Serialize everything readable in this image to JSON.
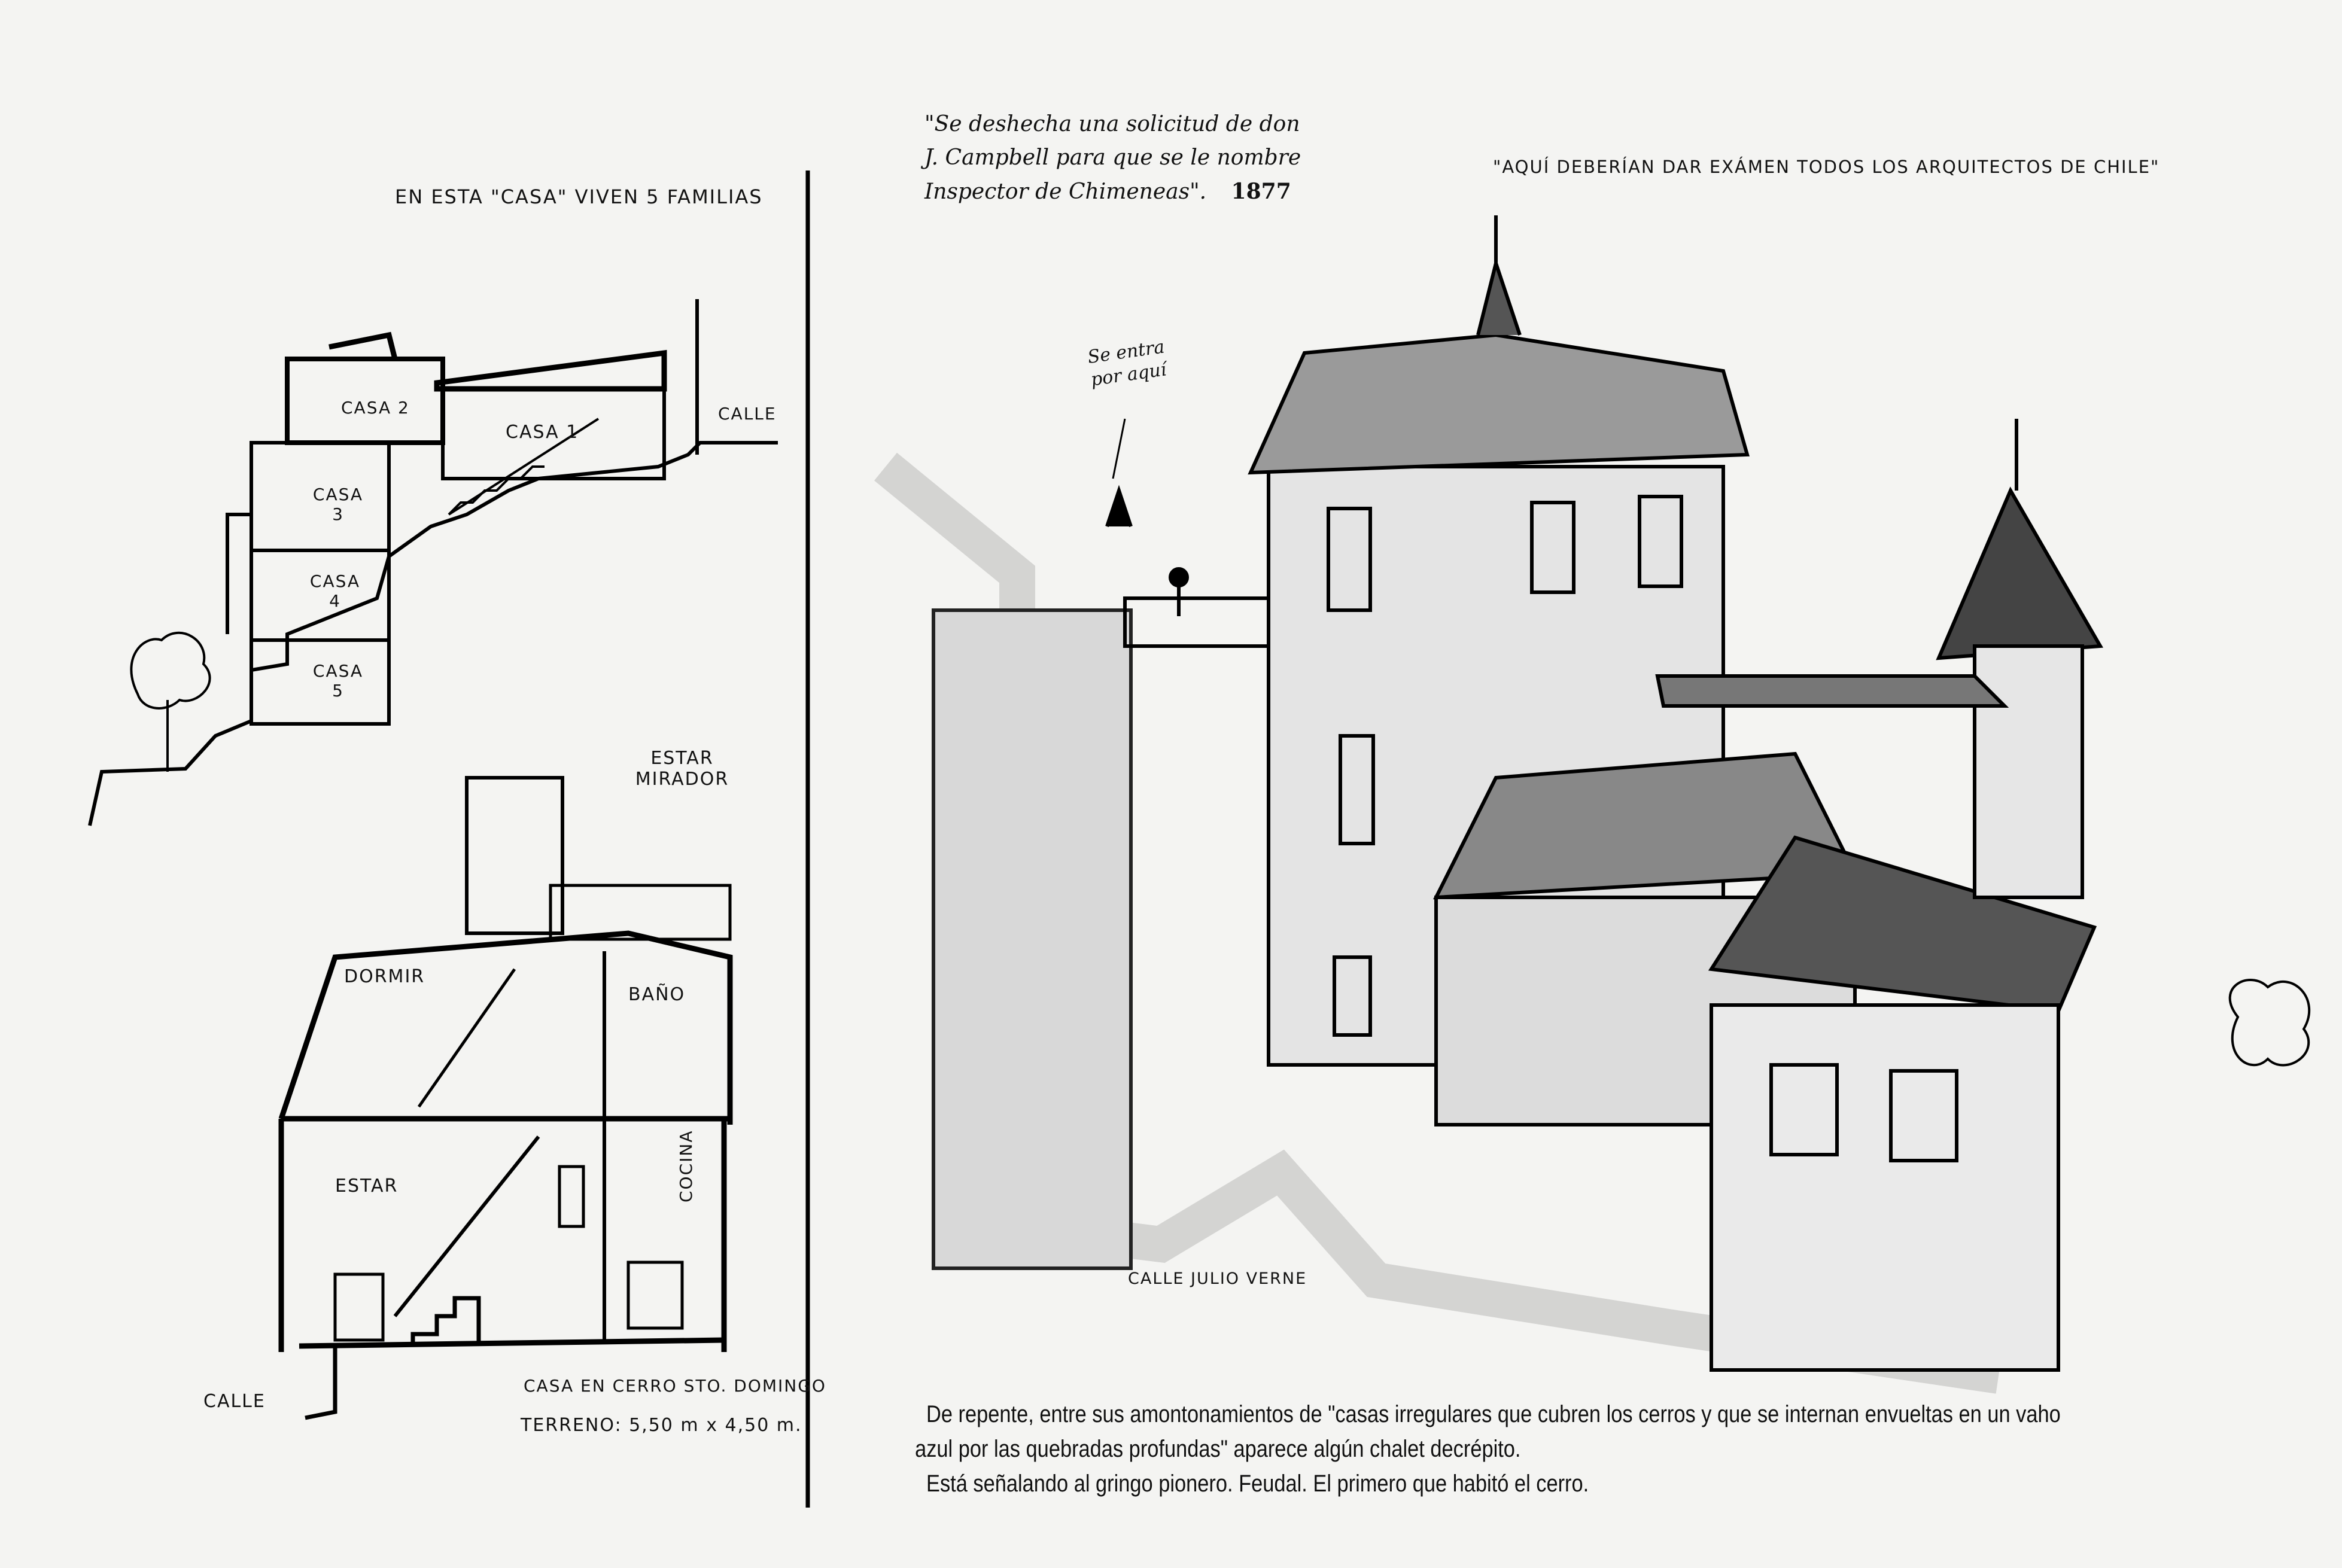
{
  "left_panel": {
    "title": "EN ESTA \"CASA\" VIVEN 5 FAMILIAS",
    "section_labels": {
      "casa2": "CASA 2",
      "casa1": "CASA 1",
      "calle_top": "CALLE",
      "casa3": "CASA 3",
      "casa4": "CASA 4",
      "casa5": "CASA 5"
    },
    "house_labels": {
      "estar_mirador": "ESTAR MIRADOR",
      "dormir": "DORMIR",
      "bano": "BAÑO",
      "estar": "ESTAR",
      "cocina": "COCINA",
      "calle_bottom": "CALLE"
    },
    "caption_line1": "CASA EN CERRO STO. DOMINGO",
    "caption_line2": "TERRENO: 5,50 m x 4,50 m."
  },
  "right_panel": {
    "quote_line1": "\"Se deshecha una solicitud de don",
    "quote_line2": "J. Campbell para que se le nombre",
    "quote_line3": "Inspector de Chimeneas\".",
    "quote_year": "1877",
    "headline": "\"AQUÍ DEBERÍAN DAR EXÁMEN TODOS LOS ARQUITECTOS DE CHILE\"",
    "entrance_note_line1": "Se entra",
    "entrance_note_line2": "por aquí",
    "street_label": "CALLE JULIO VERNE",
    "paragraph_line1": "De repente, entre sus amontonamientos de \"casas irregulares que cubren los cerros y que se internan envueltas en un vaho",
    "paragraph_line2": "azul por las quebradas profundas\" aparece algún chalet decrépito.",
    "paragraph_line3": "Está señalando al gringo pionero. Feudal. El primero que habitó el cerro."
  }
}
